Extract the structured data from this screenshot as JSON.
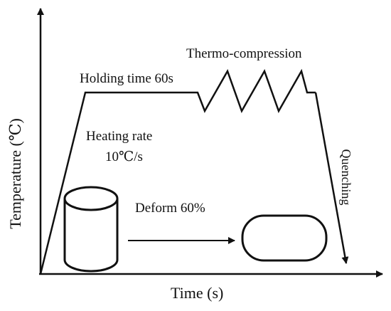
{
  "labels": {
    "holding": "Holding time 60s",
    "thermo": "Thermo-compression",
    "heating_rate": "Heating rate",
    "heating_value": "10℃/s",
    "deform": "Deform 60%",
    "quenching": "Quenching"
  },
  "axes": {
    "xlabel": "Time (s)",
    "ylabel": "Temperature (℃)"
  }
}
